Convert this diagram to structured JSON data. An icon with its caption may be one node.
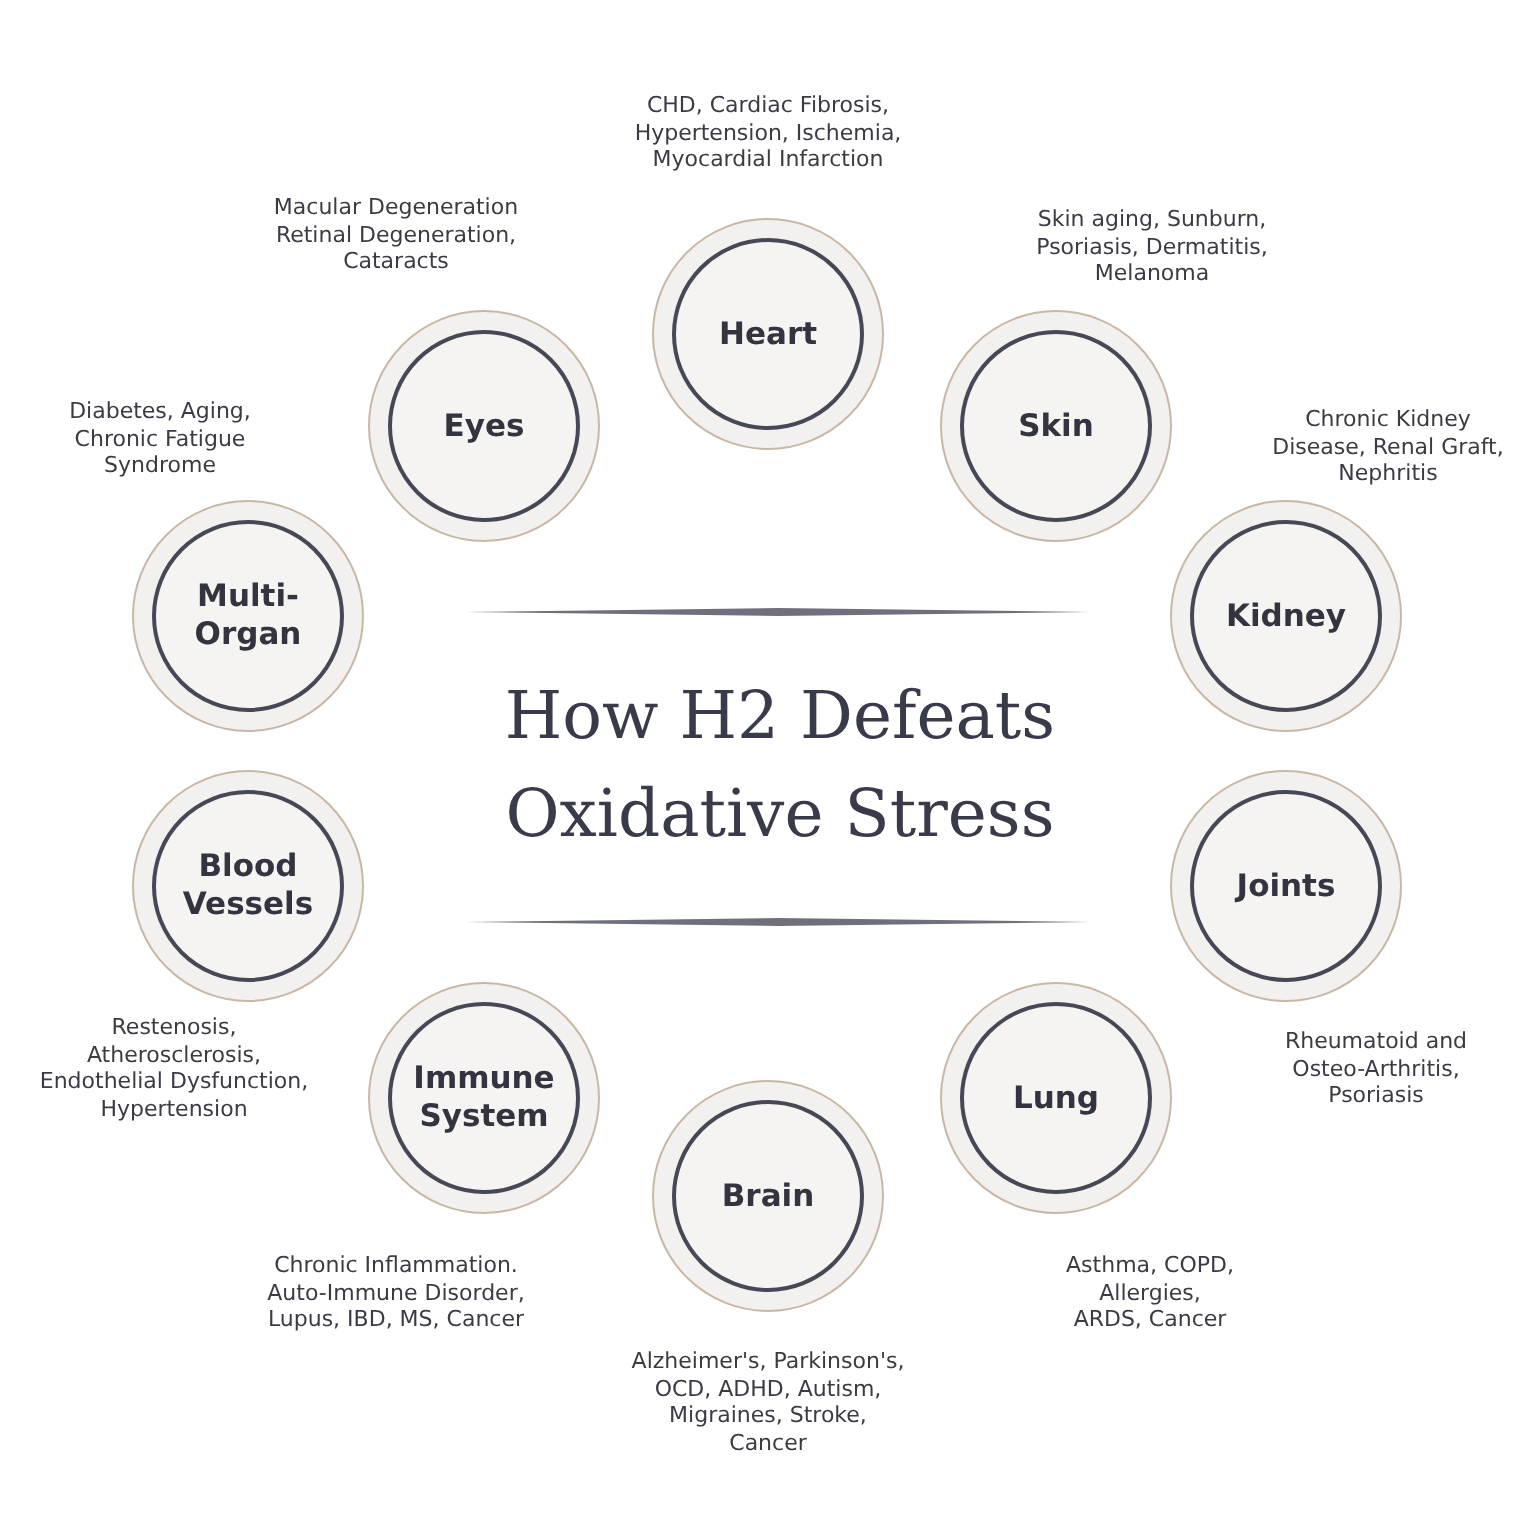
{
  "diagram": {
    "title": "How H2 Defeats Oxidative Stress",
    "nodes": [
      {
        "text": [
          "Heart"
        ],
        "beside": [
          "CHD, Cardiac Fibrosis, Hypertension, Ischemia, Myocardial Infarction"
        ]
      },
      {
        "text": [
          "Skin"
        ],
        "beside": [
          "Skin aging, Sunburn, Psoriasis, Dermatitis, Melanoma"
        ]
      },
      {
        "text": [
          "Kidney"
        ],
        "beside": [
          "Chronic Kidney Disease, Renal Graft, Nephritis"
        ]
      },
      {
        "text": [
          "Joints"
        ],
        "beside": [
          "Rheumatoid and Osteo-Arthritis, Psoriasis"
        ]
      },
      {
        "text": [
          "Lung"
        ],
        "beside": [
          "Asthma, COPD, Allergies, ARDS, Cancer"
        ]
      },
      {
        "text": [
          "Brain"
        ],
        "beside": [
          "Alzheimer's, Parkinson's, OCD, ADHD, Autism, Migraines, Stroke, Cancer"
        ]
      },
      {
        "text": [
          "Immune System"
        ],
        "beside": [
          "Chronic Inflammation. Auto-Immune Disorder, Lupus, IBD, MS, Cancer"
        ]
      },
      {
        "text": [
          "Blood Vessels"
        ],
        "beside": [
          "Restenosis, Atherosclerosis, Endothelial Dysfunction, Hypertension"
        ]
      },
      {
        "text": [
          "Multi-Organ"
        ],
        "beside": [
          "Diabetes, Aging, Chronic Fatigue Syndrome"
        ]
      },
      {
        "text": [
          "Eyes"
        ],
        "beside": [
          "Macular Degeneration Retinal Degeneration, Cataracts"
        ]
      }
    ]
  }
}
